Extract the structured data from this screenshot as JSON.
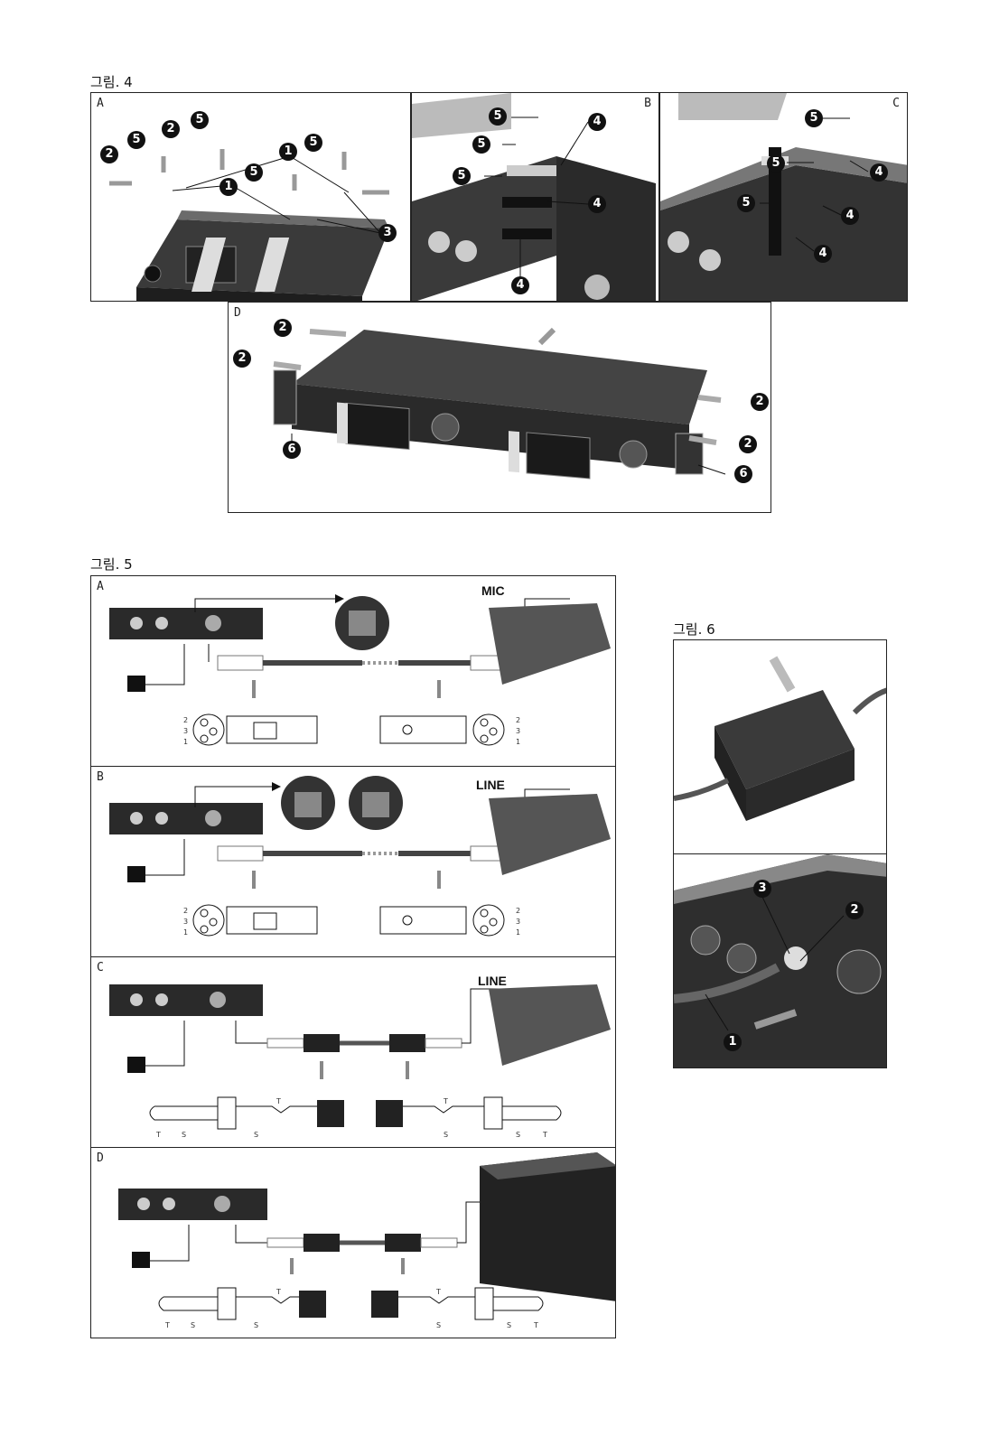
{
  "figures": {
    "fig4": {
      "title": "그림. 4",
      "panels": [
        "A",
        "B",
        "C",
        "D"
      ]
    },
    "fig5": {
      "title": "그림. 5",
      "panels": [
        "A",
        "B",
        "C",
        "D"
      ],
      "labels": {
        "mic": "MIC",
        "line_b": "LINE",
        "line_c": "LINE"
      },
      "xlr_pins": [
        "2",
        "3",
        "1"
      ],
      "jack_letters": {
        "t": "T",
        "s": "S"
      }
    },
    "fig6": {
      "title": "그림. 6"
    }
  },
  "callouts": {
    "n1": "1",
    "n2": "2",
    "n3": "3",
    "n4": "4",
    "n5": "5",
    "n6": "6"
  },
  "colors": {
    "ink": "#111111",
    "device_dark": "#2a2a2a",
    "device_mid": "#555555",
    "light_grey": "#bbbbbb"
  }
}
